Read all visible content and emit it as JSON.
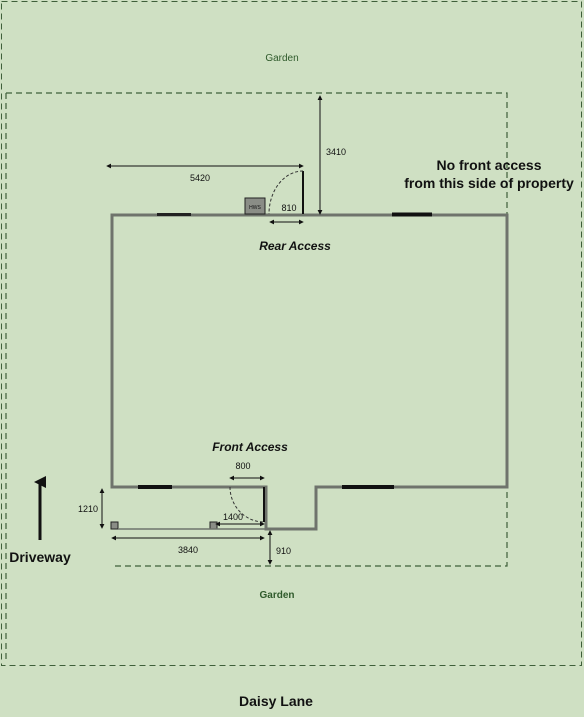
{
  "labels": {
    "garden_top": "Garden",
    "garden_bottom": "Garden",
    "no_front_access_line1": "No front access",
    "no_front_access_line2": "from this side of property",
    "rear_access": "Rear Access",
    "front_access": "Front Access",
    "driveway": "Driveway",
    "street": "Daisy Lane",
    "hws": "HWS"
  },
  "dimensions": {
    "rear_offset": "5420",
    "rear_setback": "3410",
    "rear_door_width": "810",
    "front_door_width": "800",
    "front_offset": "1400",
    "front_depth": "1210",
    "front_length": "3840",
    "front_setback": "910"
  },
  "colors": {
    "background": "#cfe0c3",
    "wall": "#6f746c",
    "dashed_boundary": "#3f5f3a",
    "line": "#111111"
  }
}
